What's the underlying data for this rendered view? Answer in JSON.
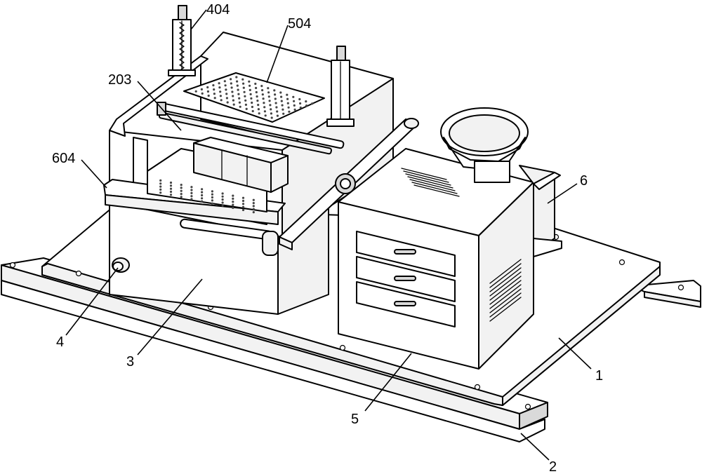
{
  "labels": {
    "l1": "1",
    "l2": "2",
    "l3": "3",
    "l4": "4",
    "l5": "5",
    "l6": "6",
    "l203": "203",
    "l404": "404",
    "l504": "504",
    "l604": "604"
  }
}
